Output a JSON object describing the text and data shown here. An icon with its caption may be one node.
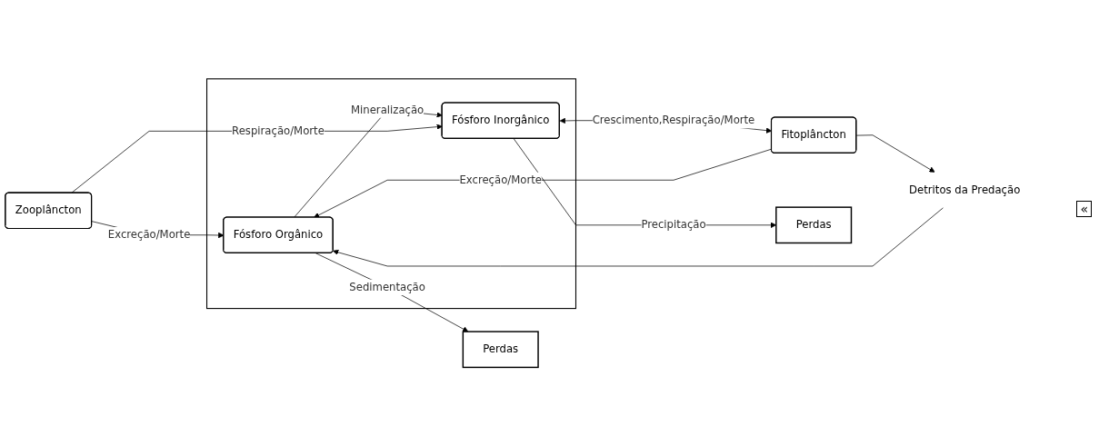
{
  "diagram": {
    "nodes": [
      {
        "text": [],
        "shape": "box"
      },
      {
        "text": [
          "Fósforo Orgânico"
        ],
        "in": 0
      },
      {
        "text": [
          "Fósforo Inorgânico"
        ],
        "in": 0
      },
      {
        "text": [
          "Detritos da Predação"
        ]
      },
      {
        "text": [
          "Fitoplâncton"
        ]
      },
      {
        "text": [
          "Zooplâncton"
        ]
      },
      {
        "text": [
          "Perdas"
        ]
      },
      {
        "text": [
          "Perdas"
        ]
      }
    ],
    "edges": [
      {
        "from": 3,
        "to": 1,
        "arrow": "to"
      },
      {
        "from": 4,
        "to": 3,
        "arrow": "to"
      },
      {
        "from": 4,
        "to": 1,
        "arrow": "to",
        "label": "Excreção/Morte"
      },
      {
        "from": 1,
        "to": 2,
        "arrow": "to",
        "label": "Mineralização"
      },
      {
        "from": 5,
        "to": 1,
        "arrow": "to",
        "label": "Excreção/Morte"
      },
      {
        "from": 1,
        "to": 6,
        "arrow": "to",
        "label": "Sedimentação"
      },
      {
        "from": 2,
        "to": 4,
        "arrow": "both",
        "label": "Crescimento,Respiração/Morte"
      },
      {
        "from": 5,
        "to": 2,
        "arrow": "to",
        "label": "Respiração/Morte"
      },
      {
        "from": 2,
        "to": 7,
        "arrow": "to",
        "label": "Precipitação"
      }
    ],
    "labels": [
      "«"
    ]
  }
}
